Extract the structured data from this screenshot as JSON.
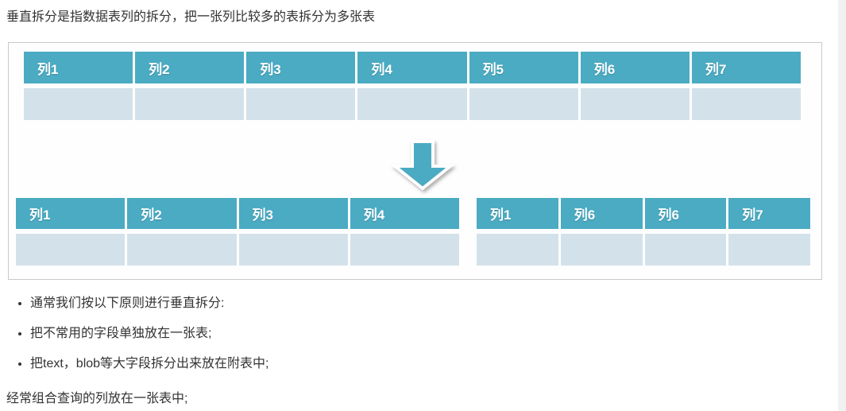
{
  "intro": {
    "text": "垂直拆分是指数据表列的拆分，把一张列比较多的表拆分为多张表"
  },
  "diagram": {
    "top_table": {
      "headers": [
        "列1",
        "列2",
        "列3",
        "列4",
        "列5",
        "列6",
        "列7"
      ]
    },
    "bottom_left_table": {
      "headers": [
        "列1",
        "列2",
        "列3",
        "列4"
      ]
    },
    "bottom_right_table": {
      "headers": [
        "列1",
        "列6",
        "列6",
        "列7"
      ]
    },
    "arrow_icon": "down-arrow",
    "colors": {
      "header_fill": "#4aabc3",
      "row_fill": "#d3e2ea",
      "box_border": "#c9c9c9",
      "text": "#333333"
    }
  },
  "bullets": {
    "items": [
      "通常我们按以下原则进行垂直拆分:",
      "把不常用的字段单独放在一张表;",
      "把text，blob等大字段拆分出来放在附表中;"
    ]
  },
  "footer": {
    "text": "经常组合查询的列放在一张表中;"
  }
}
